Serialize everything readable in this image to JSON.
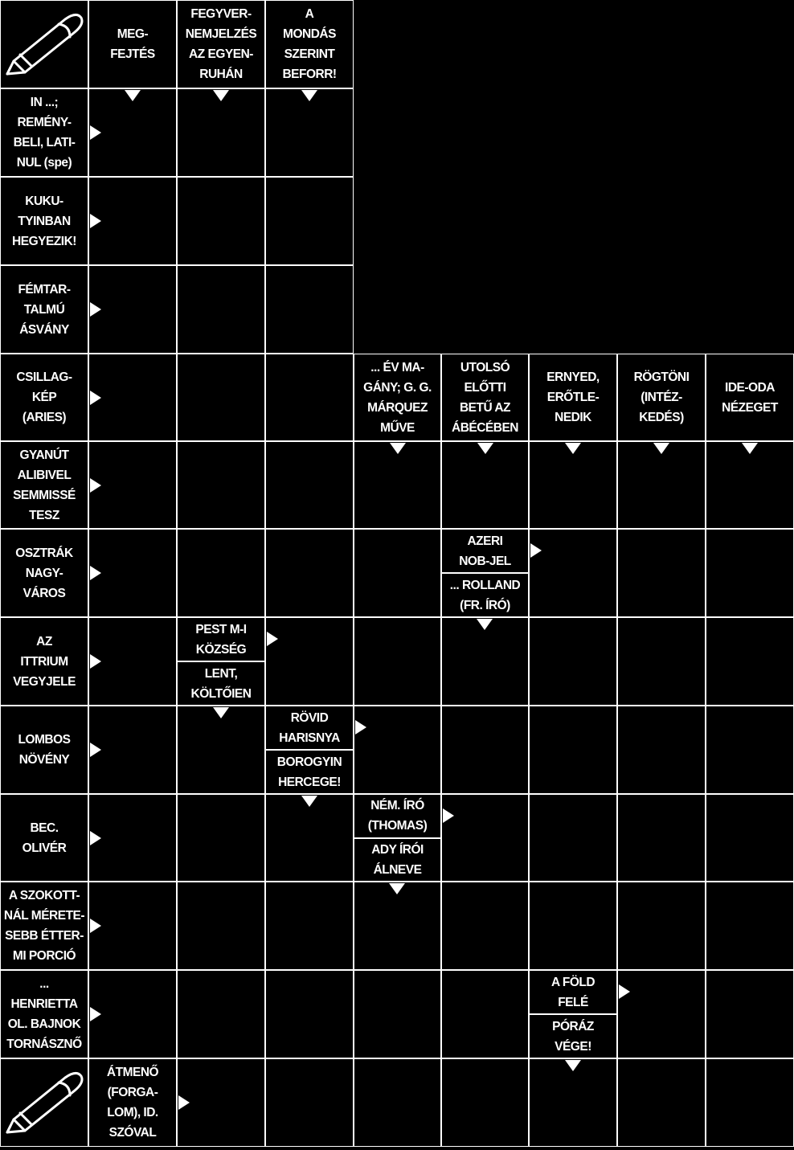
{
  "colors": {
    "background": "#000000",
    "lines": "#ffffff",
    "text": "#ffffff"
  },
  "icons": [
    "pen-icon"
  ],
  "clues": {
    "c1": "MEG-\nFEJTÉS",
    "c2": "FEGYVER-\nNEMJELZÉS\nAZ EGYEN-\nRUHÁN",
    "c3": "A\nMONDÁS\nSZERINT\nBEFORR!",
    "r1": "IN ...;\nREMÉNY-\nBELI, LATI-\nNUL (spe)",
    "r2": "KUKU-\nTYINBAN\nHEGYEZIK!",
    "r3": "FÉMTAR-\nTALMÚ\nÁSVÁNY",
    "r4": "CSILLAG-\nKÉP\n(ARIES)",
    "r5": "GYANÚT\nALIBIVEL\nSEMMISSÉ\nTESZ",
    "r6": "OSZTRÁK\nNAGY-\nVÁROS",
    "r7": "AZ\nITTRIUM\nVEGYJELE",
    "r8": "LOMBOS\nNÖVÉNY",
    "r9": "BEC.\nOLIVÉR",
    "r10": "A SZOKOTT-\nNÁL MÉRETE-\nSEBB ÉTTER-\nMI PORCIÓ",
    "r11": "...\nHENRIETTA\nOL. BAJNOK\nTORNÁSZNŐ",
    "c4": "... ÉV MA-\nGÁNY; G. G.\nMÁRQUEZ\nMŰVE",
    "c5": "UTOLSÓ\nELŐTTI\nBETŰ AZ\nÁBÉCÉBEN",
    "c6": "ERNYED,\nERŐTLE-\nNEDIK",
    "c7": "RÖGTÖNI\n(INTÉZ-\nKEDÉS)",
    "c8": "IDE-ODA\nNÉZEGET",
    "azeri": "AZERI\nNOB-JEL",
    "rolland": "... ROLLAND\n(FR. ÍRÓ)",
    "pest": "PEST M-I\nKÖZSÉG",
    "lent": "LENT,\nKÖLTŐIEN",
    "rovid": "RÖVID\nHARISNYA",
    "borogyin": "BOROGYIN\nHERCEGE!",
    "nem": "NÉM. ÍRÓ\n(THOMAS)",
    "ady": "ADY ÍRÓI\nÁLNEVE",
    "fold": "A FÖLD\nFELÉ",
    "poraz": "PÓRÁZ\nVÉGE!",
    "atmeno": "ÁTMENŐ\n(FORGA-\nLOM), ID.\nSZÓVAL"
  }
}
